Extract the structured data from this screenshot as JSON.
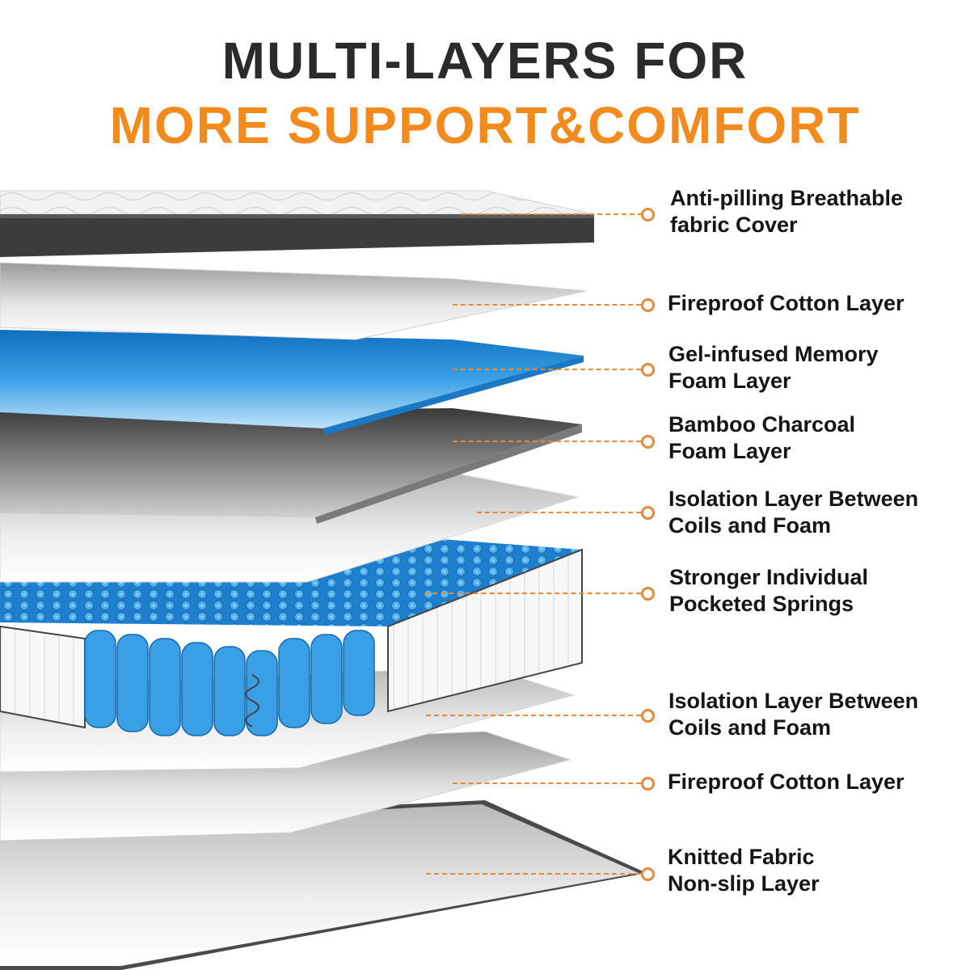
{
  "heading": {
    "line1": "MULTI-LAYERS FOR",
    "line2": "MORE SUPPORT&COMFORT"
  },
  "colors": {
    "accent": "#f28a1e",
    "heading_dark": "#2b2b2b",
    "gel_blue": "#3aa0e6",
    "charcoal": "#5a5a5a"
  },
  "layers": [
    {
      "line1": "Anti-pilling Breathable",
      "line2": "fabric Cover"
    },
    {
      "line1": "Fireproof Cotton Layer",
      "line2": ""
    },
    {
      "line1": "Gel-infused Memory",
      "line2": "Foam Layer"
    },
    {
      "line1": "Bamboo Charcoal",
      "line2": "Foam Layer"
    },
    {
      "line1": "Isolation Layer Between",
      "line2": "Coils and Foam"
    },
    {
      "line1": "Stronger Individual",
      "line2": "Pocketed Springs"
    },
    {
      "line1": "Isolation Layer Between",
      "line2": "Coils and Foam"
    },
    {
      "line1": "Fireproof Cotton Layer",
      "line2": ""
    },
    {
      "line1": "Knitted Fabric",
      "line2": "Non-slip Layer"
    }
  ]
}
